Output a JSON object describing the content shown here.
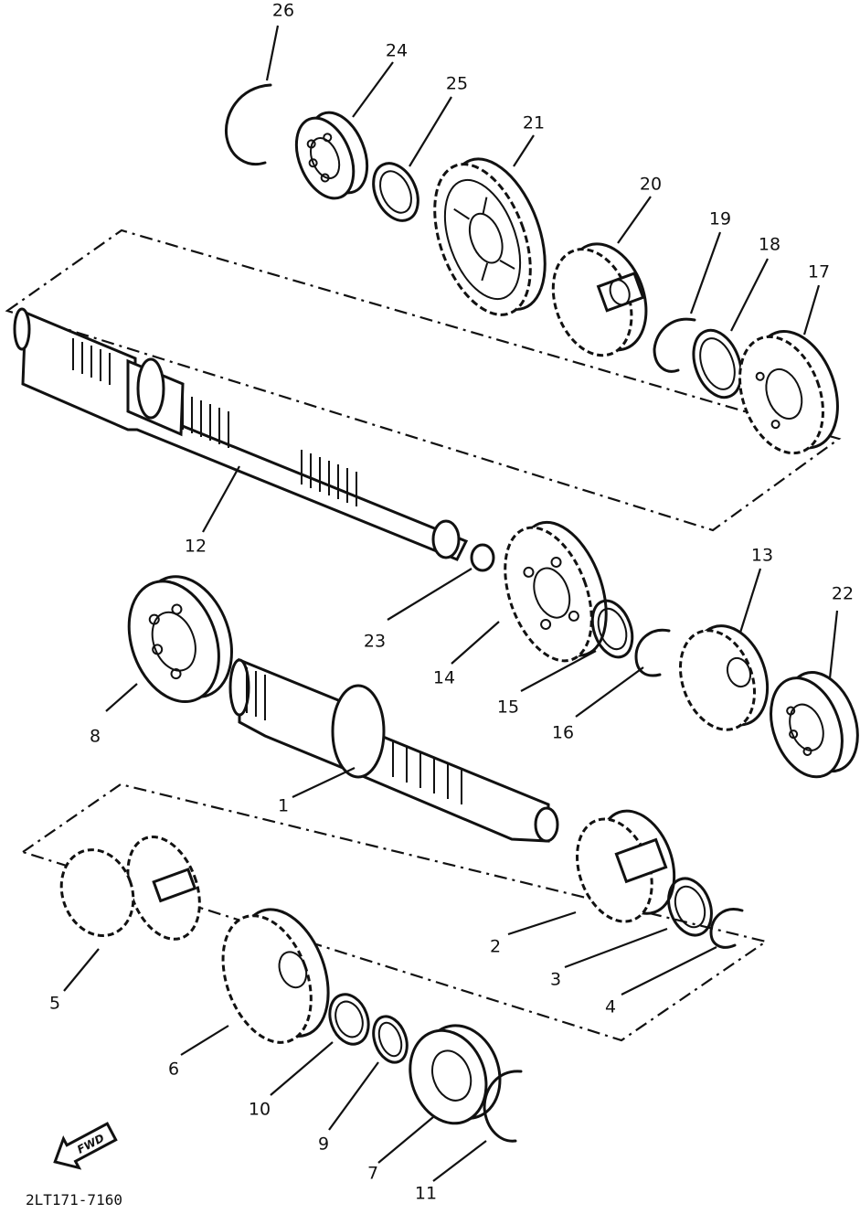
{
  "diagram": {
    "drawing_code": "2LT171-7160",
    "direction_label": "FWD",
    "callouts": [
      {
        "id": "c26",
        "label": "26"
      },
      {
        "id": "c24",
        "label": "24"
      },
      {
        "id": "c25",
        "label": "25"
      },
      {
        "id": "c21",
        "label": "21"
      },
      {
        "id": "c20",
        "label": "20"
      },
      {
        "id": "c19",
        "label": "19"
      },
      {
        "id": "c18",
        "label": "18"
      },
      {
        "id": "c17",
        "label": "17"
      },
      {
        "id": "c12",
        "label": "12"
      },
      {
        "id": "c23",
        "label": "23"
      },
      {
        "id": "c14",
        "label": "14"
      },
      {
        "id": "c13",
        "label": "13"
      },
      {
        "id": "c22",
        "label": "22"
      },
      {
        "id": "c15",
        "label": "15"
      },
      {
        "id": "c16",
        "label": "16"
      },
      {
        "id": "c8",
        "label": "8"
      },
      {
        "id": "c1",
        "label": "1"
      },
      {
        "id": "c2",
        "label": "2"
      },
      {
        "id": "c3",
        "label": "3"
      },
      {
        "id": "c4",
        "label": "4"
      },
      {
        "id": "c5",
        "label": "5"
      },
      {
        "id": "c6",
        "label": "6"
      },
      {
        "id": "c10",
        "label": "10"
      },
      {
        "id": "c9",
        "label": "9"
      },
      {
        "id": "c7",
        "label": "7"
      },
      {
        "id": "c11",
        "label": "11"
      }
    ]
  }
}
